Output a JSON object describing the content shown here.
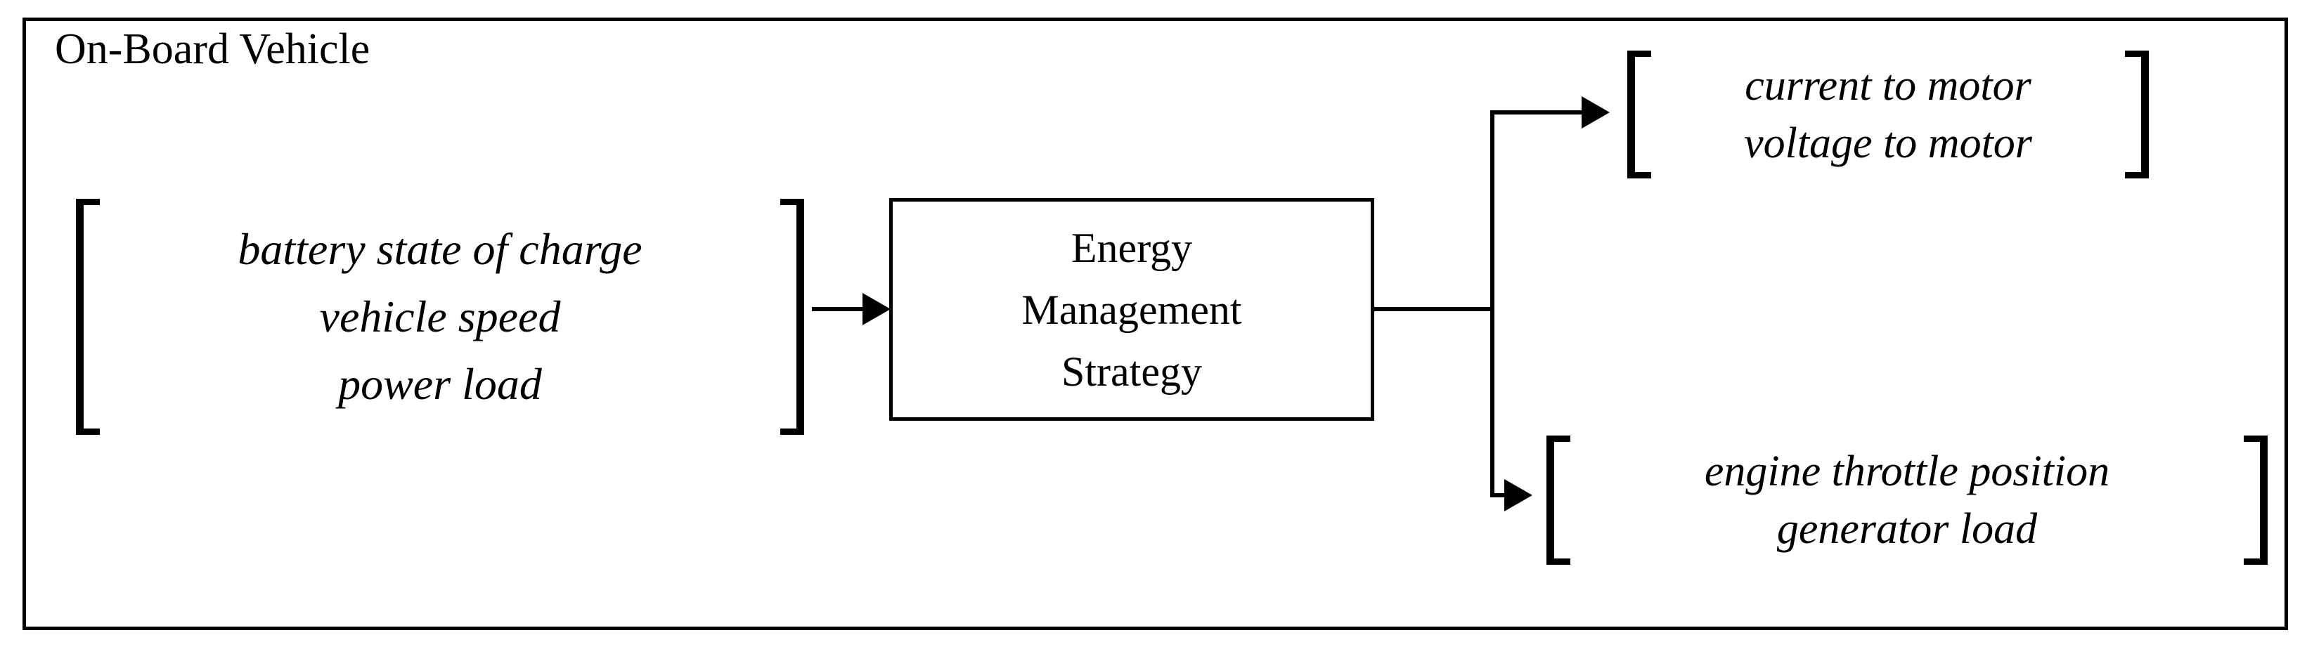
{
  "frame": {
    "title": "On-Board Vehicle"
  },
  "input_vector": {
    "name": "system-inputs",
    "rows": [
      "battery state of charge",
      "vehicle speed",
      "power load"
    ]
  },
  "process_block": {
    "lines": [
      "Energy",
      "Management",
      "Strategy"
    ]
  },
  "output_vector_motor": {
    "name": "motor-commands",
    "rows": [
      "current to motor",
      "voltage to motor"
    ]
  },
  "output_vector_engine": {
    "name": "engine-commands",
    "rows": [
      "engine throttle position",
      "generator load"
    ]
  },
  "connectors": {
    "input_arrow": "arrow-right",
    "output_split": "branch-split",
    "branch_top_arrow": "arrow-right",
    "branch_bottom_arrow": "arrow-right"
  },
  "colors": {
    "stroke": "#000000",
    "background": "#ffffff",
    "text": "#000000"
  }
}
